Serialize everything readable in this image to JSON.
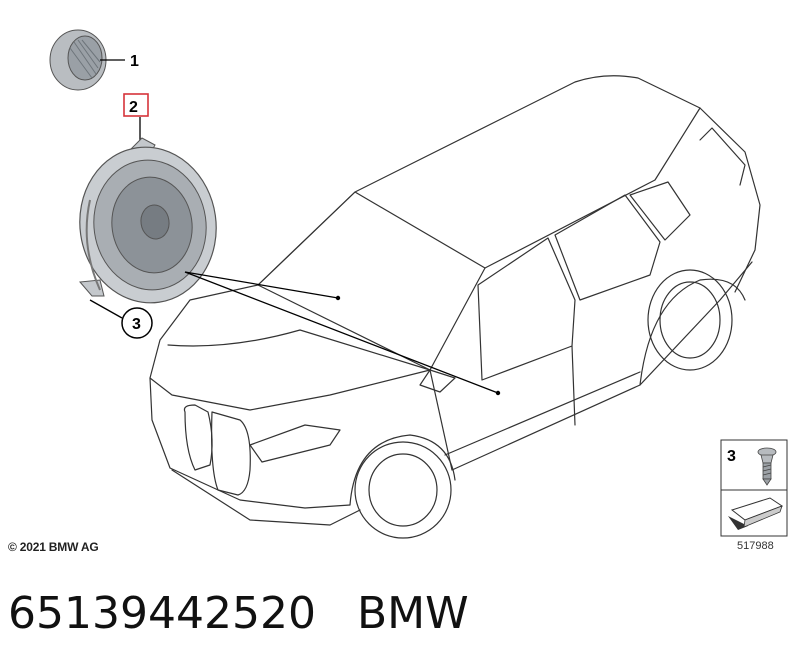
{
  "diagram": {
    "callouts": [
      {
        "id": "callout-1",
        "label": "1"
      },
      {
        "id": "callout-2",
        "label": "2"
      },
      {
        "id": "callout-3",
        "label": "3"
      }
    ],
    "legend": {
      "label": "3"
    },
    "copyright": "© 2021 BMW AG",
    "drawing_number": "517988",
    "highlight_color": "#d6333a"
  },
  "caption": {
    "part_number": "65139442520",
    "brand": "BMW"
  }
}
